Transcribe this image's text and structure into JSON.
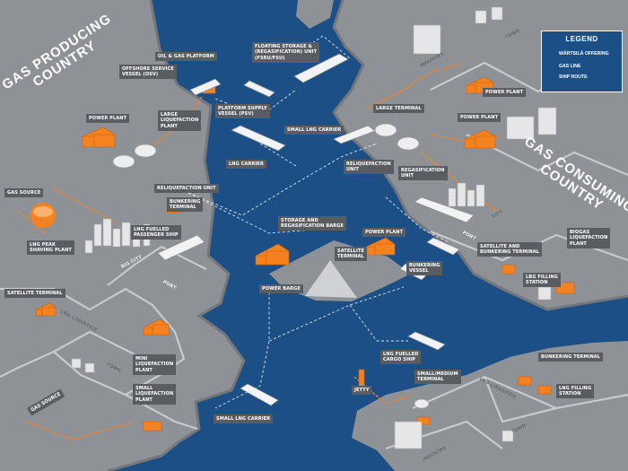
{
  "regions": {
    "producing": "GAS PRODUCING\nCOUNTRY",
    "consuming": "GAS CONSUMING\nCOUNTRY"
  },
  "legend": {
    "title": "LEGEND",
    "items": [
      {
        "label": "WÄRTSILÄ OFFERING",
        "icon": "orange-box-icon"
      },
      {
        "label": "GAS LINE",
        "icon": "orange-line-icon"
      },
      {
        "label": "SHIP ROUTE",
        "icon": "dashed-line-icon"
      }
    ]
  },
  "labels": {
    "oil_gas_platform": "OIL & GAS PLATFORM",
    "offshore_service_vessel": "OFFSHORE SERVICE\nVESSEL (OSV)",
    "fsru": "FLOATING STORAGE &\n(REGASIFICATION) UNIT\n(FSRU/FSU)",
    "large_liquefaction_plant": "LARGE\nLIQUEFACTION\nPLANT",
    "platform_supply_vessel": "PLATFORM SUPPLY\nVESSEL (PSV)",
    "power_plant_left": "POWER PLANT",
    "small_lng_carrier_top": "SMALL LNG CARRIER",
    "lng_carrier": "LNG CARRIER",
    "reliquefaction_unit_left": "RELIQUEFACTION UNIT",
    "bunkering_terminal_left": "BUNKERING\nTERMINAL",
    "gas_source_top": "GAS SOURCE",
    "lng_fuelled_passenger_ship": "LNG FUELLED\nPASSENGER SHIP",
    "lng_peak_shaving_plant": "LNG PEAK\nSHAVING PLANT",
    "satellite_terminal_left": "SATELLITE TERMINAL",
    "mini_liquefaction_plant": "MINI\nLIQUEFACTION\nPLANT",
    "small_liquefaction_plant": "SMALL\nLIQUEFACTION\nPLANT",
    "gas_source_bottom": "GAS SOURCE",
    "small_lng_carrier_bottom": "SMALL LNG CARRIER",
    "storage_regasification_barge": "STORAGE AND\nREGASIFICATION BARGE",
    "power_plant_center": "POWER PLANT",
    "satellite_terminal_center": "SATELLITE\nTERMINAL",
    "bunkering_vessel": "BUNKERING\nVESSEL",
    "power_barge": "POWER BARGE",
    "large_terminal": "LARGE TERMINAL",
    "power_plant_right_top": "POWER PLANT",
    "power_plant_right_mid": "POWER PLANT",
    "reliquefaction_unit_right": "RELIQUEFACTION\nUNIT",
    "regasification_unit": "REGASIFICATION\nUNIT",
    "satellite_bunkering_terminal": "SATELLITE AND\nBUNKERING TERMINAL",
    "biogas_liquefaction_plant": "BIOGAS\nLIQUEFACTION\nPLANT",
    "lbg_filling_station": "LBG FILLING\nSTATION",
    "lng_fuelled_cargo_ship": "LNG FUELLED\nCARGO SHIP",
    "small_medium_terminal": "SMALL/MEDIUM\nTERMINAL",
    "jetty": "JETTY",
    "bunkering_terminal_right": "BUNKERING TERMINAL",
    "lng_filling_station": "LNG FILLING\nSTATION"
  },
  "road_labels": {
    "industry_top": "INDUSTRY",
    "town_top": "TOWN",
    "city_right": "CITY",
    "port_right": "PORT",
    "big_city": "BIG CITY",
    "port_left": "PORT",
    "lng_logistics_left": "LNG LOGISTICS",
    "town_left": "TOWN",
    "lng_logistics_right": "LNG LOGISTICS",
    "industry_bottom": "INDUSTRY",
    "town_bottom": "TOWN"
  },
  "colors": {
    "sea": "#1b4f86",
    "land": "#8e9196",
    "land_dark": "#74777c",
    "road": "#c7c9cc",
    "gas_line": "#f58220",
    "wartsila_offering": "#f58220",
    "label_bg": "#595d62"
  }
}
